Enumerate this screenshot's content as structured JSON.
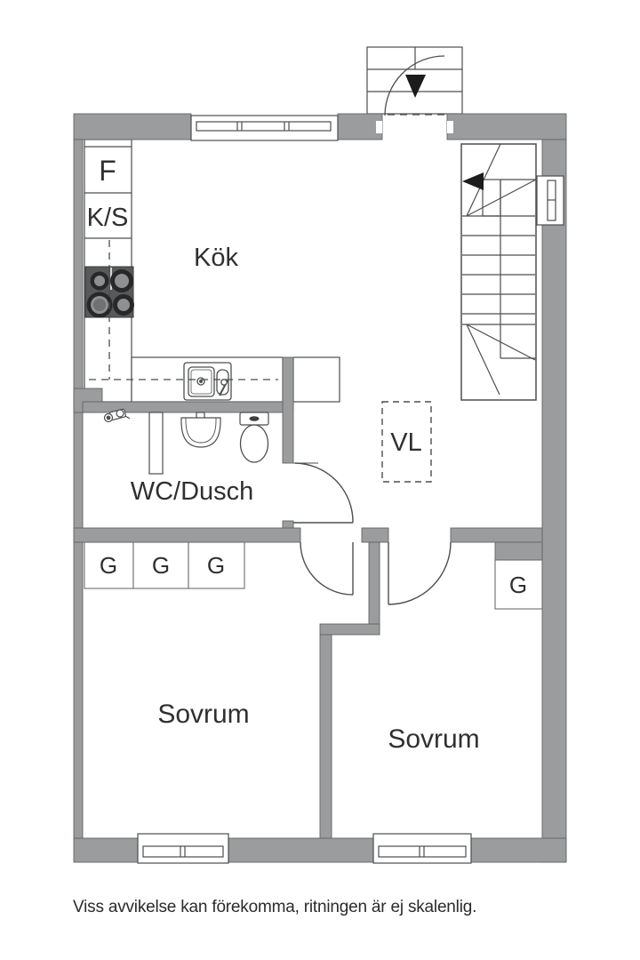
{
  "plan": {
    "title": "floor-plan",
    "rooms": {
      "kitchen": "Kök",
      "bathroom": "WC/Dusch",
      "bedroom_left": "Sovrum",
      "bedroom_right": "Sovrum"
    },
    "markers": {
      "fridge": "F",
      "fridge_freezer": "K/S",
      "ventilation": "VL",
      "wardrobe": "G"
    },
    "caption": {
      "disclaimer": "Viss avvikelse kan förekomma, ritningen är ej skalenlig."
    },
    "colors": {
      "wall": "#9a9c9d",
      "line": "#4c4e50",
      "stove": "#58595b",
      "text": "#303030"
    }
  }
}
